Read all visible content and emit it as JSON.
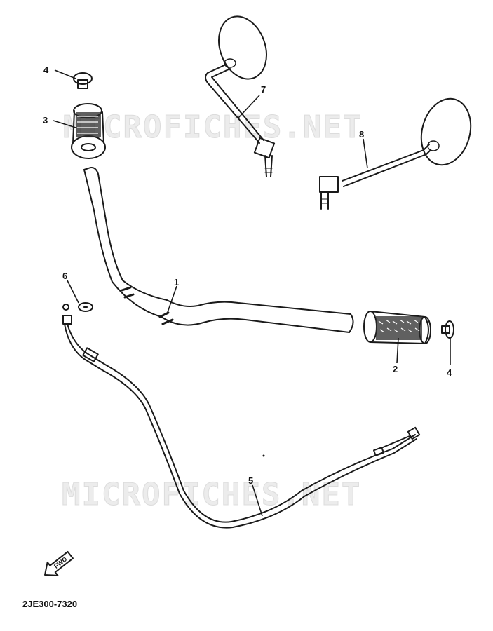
{
  "watermarks": [
    "MICROFICHES.NET",
    "MICROFICHES.NET"
  ],
  "callouts": [
    {
      "id": "1",
      "label": "1"
    },
    {
      "id": "2",
      "label": "2"
    },
    {
      "id": "3",
      "label": "3"
    },
    {
      "id": "4a",
      "label": "4"
    },
    {
      "id": "4b",
      "label": "4"
    },
    {
      "id": "5",
      "label": "5"
    },
    {
      "id": "6",
      "label": "6"
    },
    {
      "id": "7",
      "label": "7"
    },
    {
      "id": "8",
      "label": "8"
    }
  ],
  "fwd_label": "FWD",
  "diagram_code": "2JE300-7320"
}
